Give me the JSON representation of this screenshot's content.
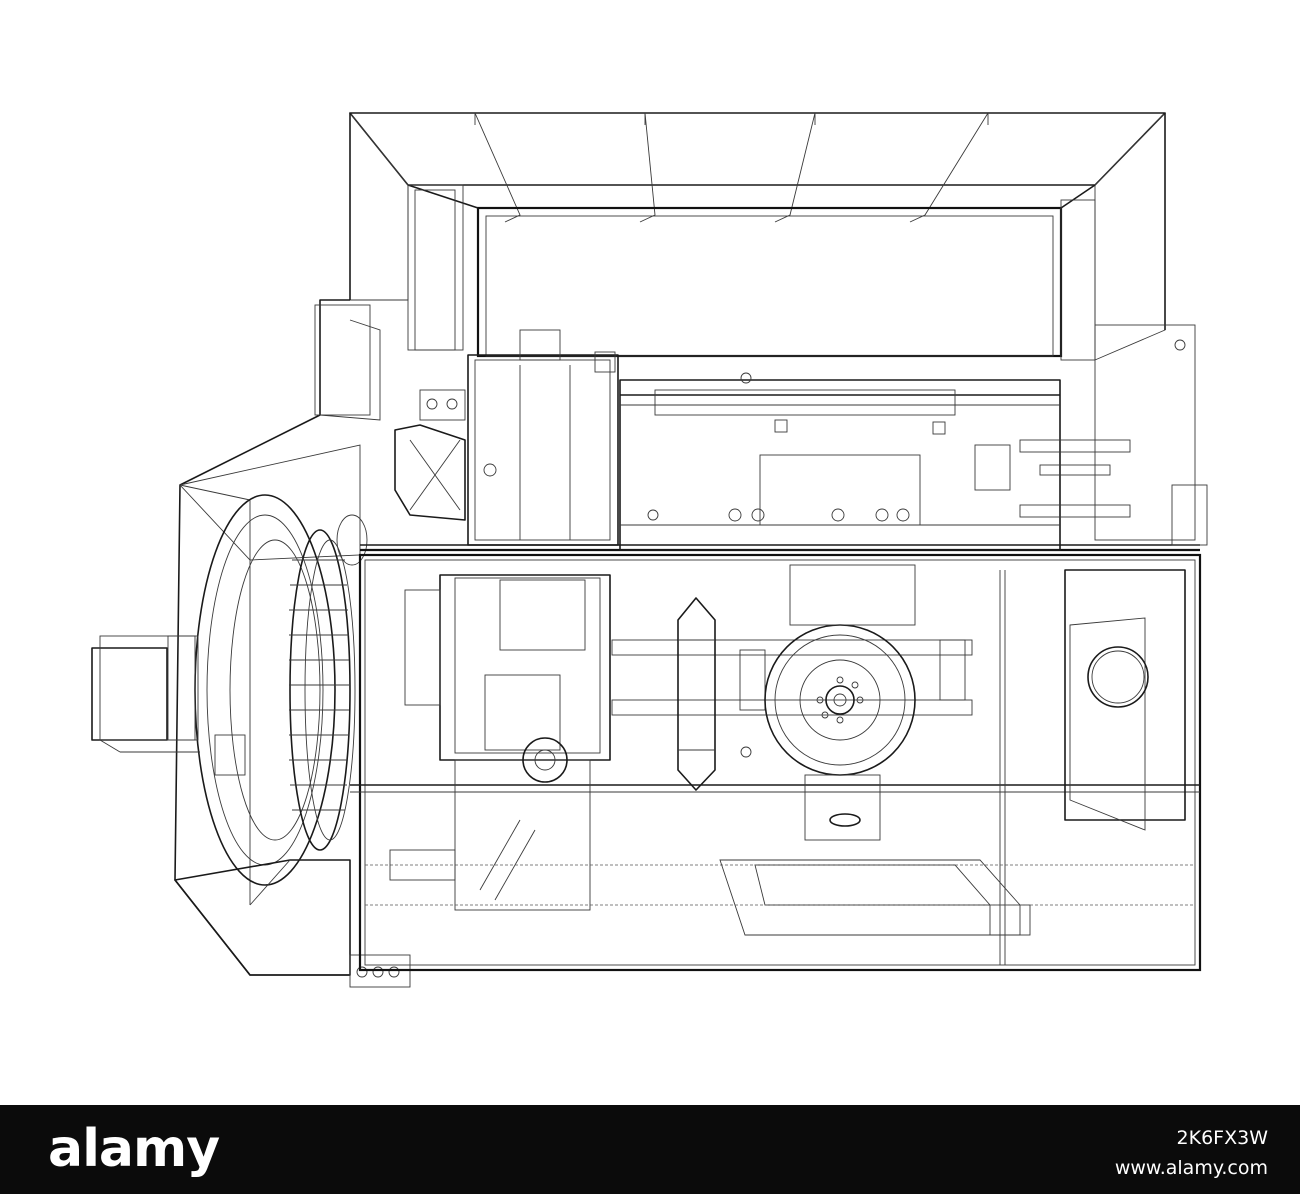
{
  "footer": {
    "logo_text": "alamy",
    "image_id": "2K6FX3W",
    "url": "www.alamy.com"
  },
  "colors": {
    "background": "#ffffff",
    "line": "#1a1a1a",
    "footer_background": "#0b0b0b",
    "footer_text": "#ffffff"
  },
  "icons": {
    "illustration": "machine-wireframe-icon"
  }
}
